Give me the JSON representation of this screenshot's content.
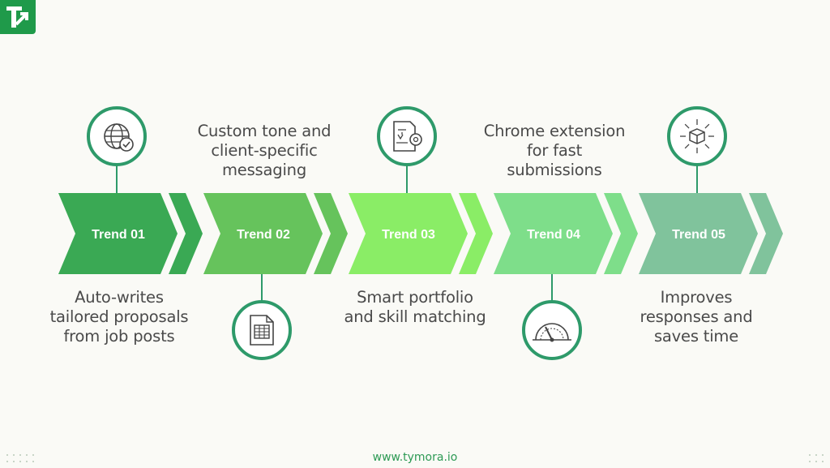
{
  "brand": {
    "color": "#1f9a4a",
    "logo_icon": "tymora-t-arrow-logo"
  },
  "steps": [
    {
      "label": "Trend 01",
      "desc": [
        "Auto-writes",
        "tailored proposals",
        "from job posts"
      ],
      "color": "#3aa954",
      "icon": "globe-check-icon",
      "icon_pos": "top"
    },
    {
      "label": "Trend 02",
      "desc": [
        "Custom tone and",
        "client-specific",
        "messaging"
      ],
      "color": "#66c35c",
      "icon": "spreadsheet-document-icon",
      "icon_pos": "bottom"
    },
    {
      "label": "Trend 03",
      "desc": [
        "Smart portfolio",
        "and skill matching"
      ],
      "color": "#8aed66",
      "icon": "document-scale-gear-icon",
      "icon_pos": "top"
    },
    {
      "label": "Trend 04",
      "desc": [
        "Chrome extension",
        "for fast",
        "submissions"
      ],
      "color": "#7ede8a",
      "icon": "speedometer-gauge-icon",
      "icon_pos": "bottom"
    },
    {
      "label": "Trend 05",
      "desc": [
        "Improves",
        "responses and",
        "saves time"
      ],
      "color": "#80c39c",
      "icon": "box-arrows-icon",
      "icon_pos": "top"
    }
  ],
  "footer": {
    "url": "www.tymora.io"
  },
  "colors": {
    "ring": "#2e9a6a",
    "label_text": "#ffffff",
    "desc_text": "#4a4a4a",
    "footer_text": "#2e9a55"
  }
}
